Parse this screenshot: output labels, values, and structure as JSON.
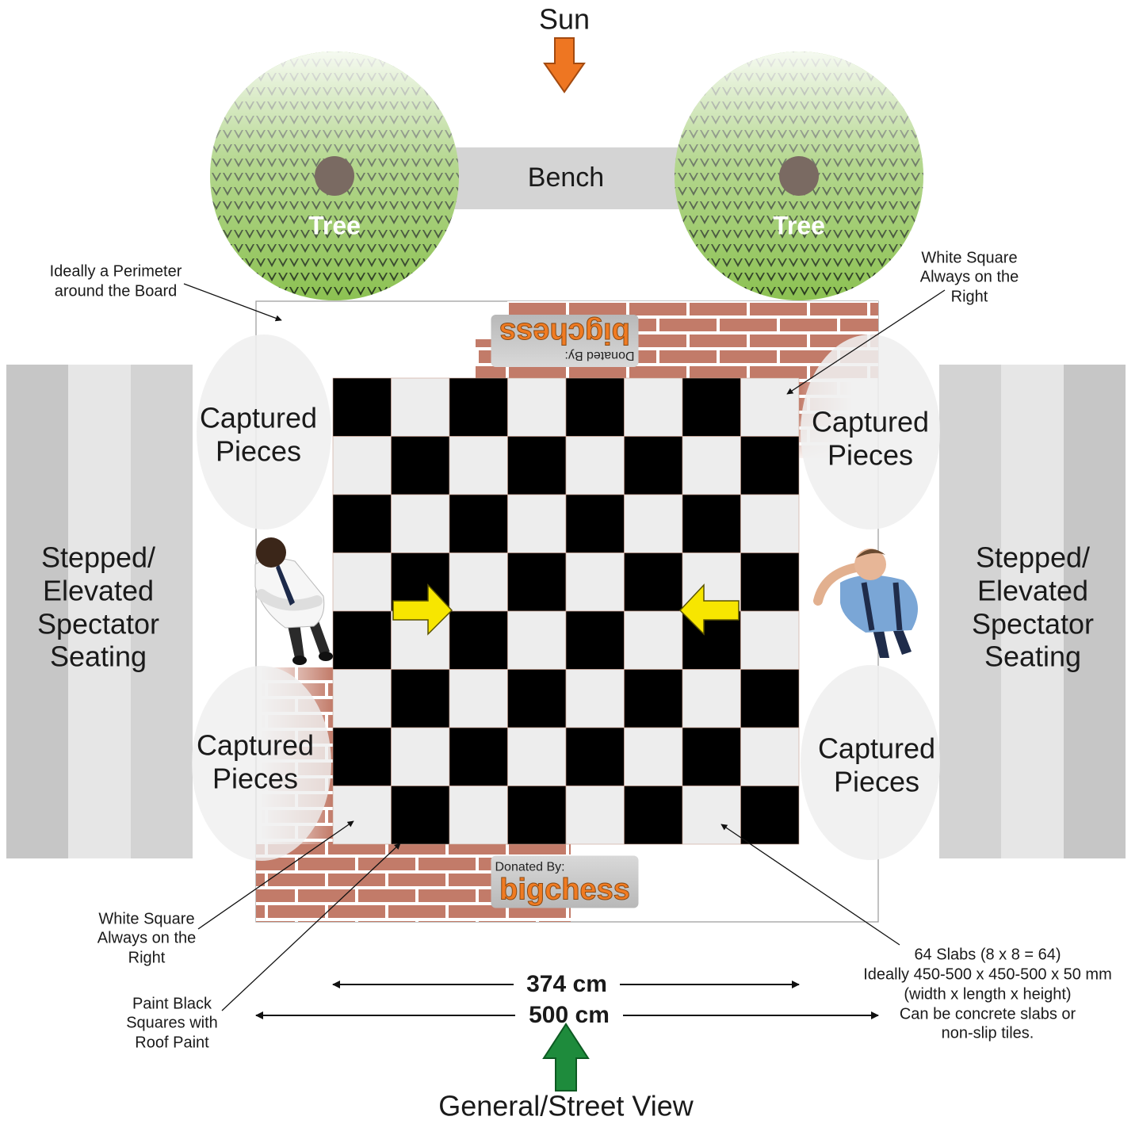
{
  "sun": {
    "label": "Sun"
  },
  "bench": {
    "label": "Bench"
  },
  "trees": [
    {
      "label": "Tree"
    },
    {
      "label": "Tree"
    }
  ],
  "annotations": {
    "perimeter": [
      "Ideally a Perimeter",
      "around the Board"
    ],
    "white_square_top": [
      "White Square",
      "Always on the",
      "Right"
    ],
    "white_square_bottom": [
      "White Square",
      "Always on the",
      "Right"
    ],
    "paint": [
      "Paint Black",
      "Squares with",
      "Roof Paint"
    ],
    "slabs": [
      "64 Slabs (8 x 8 = 64)",
      "Ideally 450-500 x 450-500 x 50 mm",
      "(width x length x height)",
      "Can be concrete slabs or",
      "non-slip tiles."
    ]
  },
  "captured_pieces": [
    {
      "lines": [
        "Captured",
        "Pieces"
      ]
    },
    {
      "lines": [
        "Captured",
        "Pieces"
      ]
    },
    {
      "lines": [
        "Captured",
        "Pieces"
      ]
    },
    {
      "lines": [
        "Captured",
        "Pieces"
      ]
    }
  ],
  "seating": [
    {
      "lines": [
        "Stepped/",
        "Elevated",
        "Spectator",
        "Seating"
      ]
    },
    {
      "lines": [
        "Stepped/",
        "Elevated",
        "Spectator",
        "Seating"
      ]
    }
  ],
  "sponsor": {
    "donated_by": "Donated By:",
    "brand": "bigchess"
  },
  "dimensions": {
    "inner": "374 cm",
    "outer": "500 cm"
  },
  "view_label": "General/Street View",
  "board": {
    "rows": 8,
    "cols": 8,
    "top_left": "black"
  },
  "colors": {
    "black_square": "#000000",
    "white_square": "#ededed",
    "brick": "#c27b69",
    "sun_arrow": "#ee7622",
    "street_arrow": "#1e8b3c",
    "direction_arrows": "#f7e600",
    "logo_orange": "#f07b22",
    "tree_green": "#8cc152",
    "bench": "#d4d4d4"
  },
  "icons": {
    "sun_arrow": "arrow-down-icon",
    "street_arrow": "arrow-up-icon",
    "left_direction": "arrow-right-icon",
    "right_direction": "arrow-left-icon"
  }
}
